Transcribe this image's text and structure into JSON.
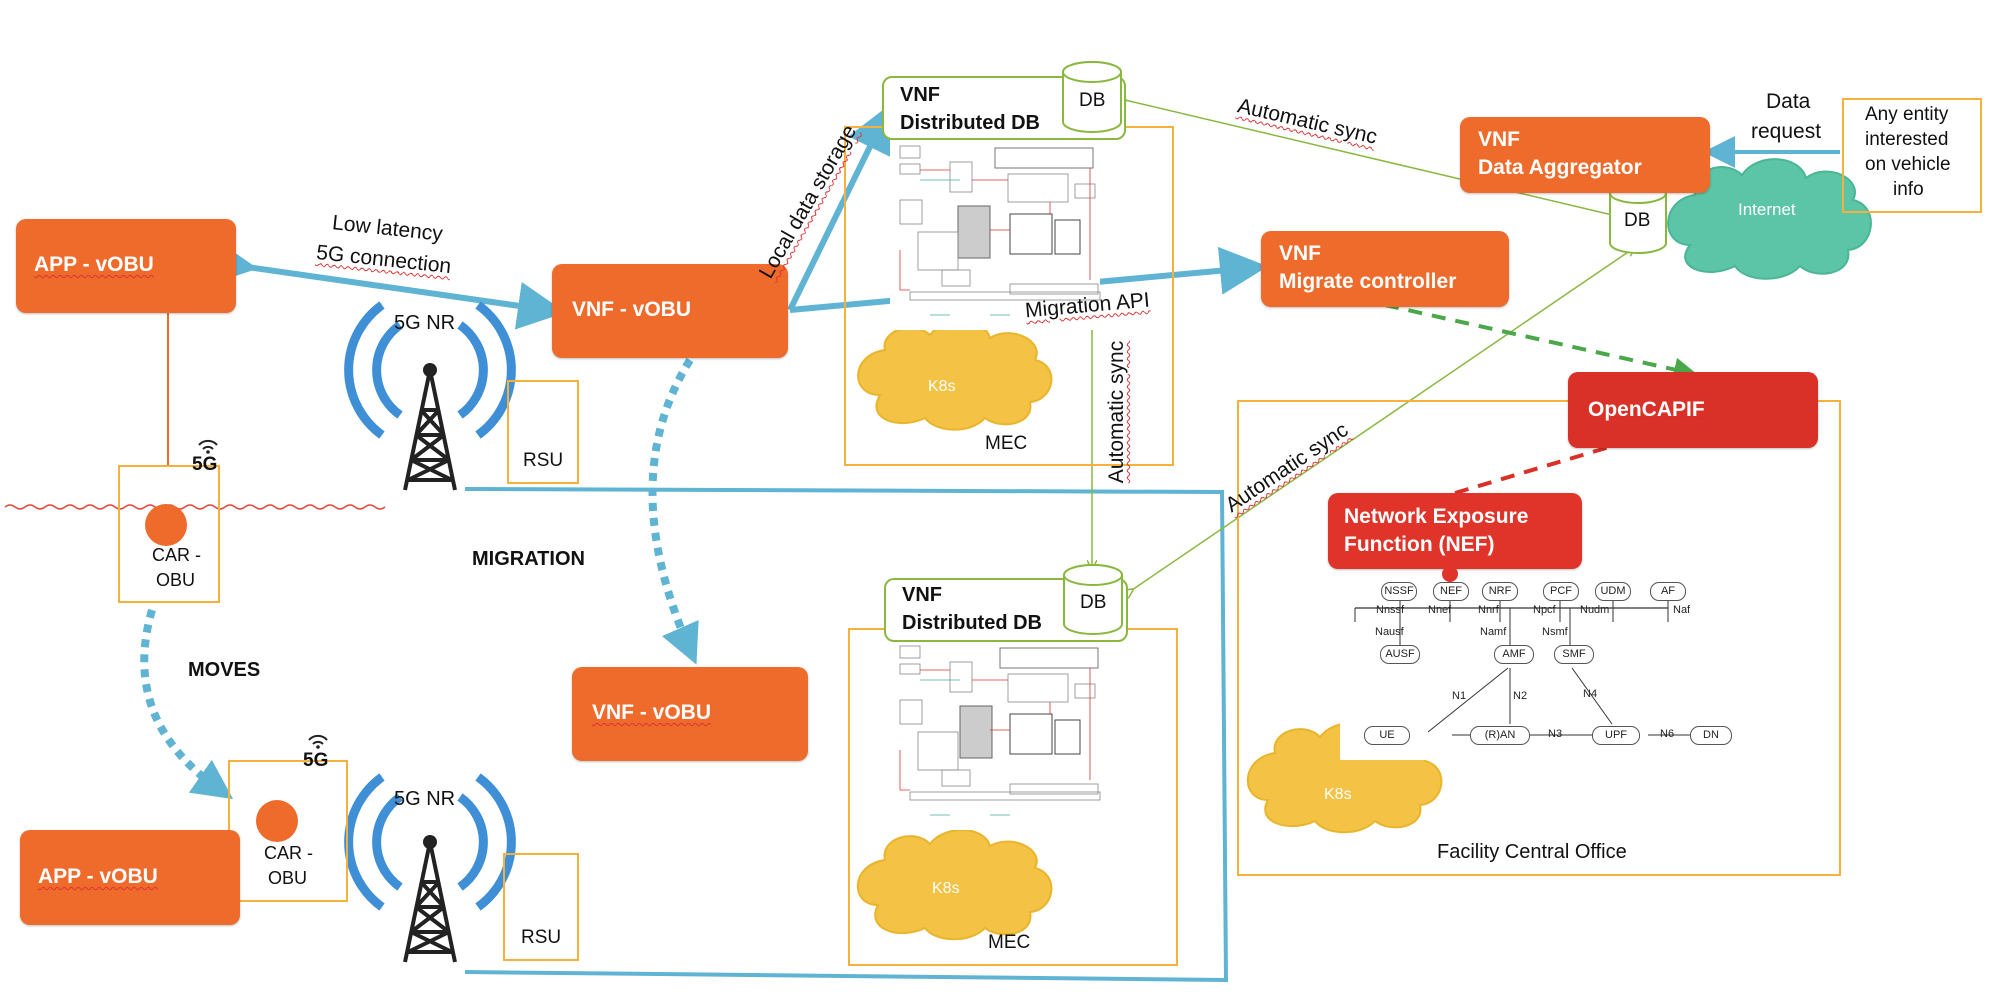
{
  "vehicle_top": {
    "app_label": "APP - vOBU",
    "car_label_1": "CAR -",
    "car_label_2": "OBU",
    "fiveg_badge": "5G"
  },
  "vehicle_bottom": {
    "app_label": "APP - vOBU",
    "car_label_1": "CAR -",
    "car_label_2": "OBU",
    "fiveg_badge": "5G"
  },
  "towers": [
    {
      "label": "5G NR",
      "rsu": "RSU"
    },
    {
      "label": "5G NR",
      "rsu": "RSU"
    }
  ],
  "connections": {
    "low_latency_1": "Low latency",
    "low_latency_2": "5G connection",
    "local_storage": "Local data storage",
    "migration_api": "Migration API",
    "automatic_sync_top": "Automatic sync",
    "automatic_sync_vertical": "Automatic sync",
    "automatic_sync_cloud": "Automatic sync",
    "migration": "MIGRATION",
    "moves": "MOVES",
    "data_request_1": "Data",
    "data_request_2": "request"
  },
  "vnf_vobu_top": "VNF - vOBU",
  "vnf_vobu_bottom": "VNF - vOBU",
  "mec_top": {
    "title_1": "VNF",
    "title_2": "Distributed DB",
    "db": "DB",
    "cloud": "K8s",
    "label": "MEC"
  },
  "mec_bottom": {
    "title_1": "VNF",
    "title_2": "Distributed DB",
    "db": "DB",
    "cloud": "K8s",
    "label": "MEC"
  },
  "migrate_controller": {
    "line1": "VNF",
    "line2": "Migrate controller"
  },
  "data_aggregator": {
    "line1": "VNF",
    "line2": "Data Aggregator",
    "db": "DB"
  },
  "internet": {
    "cloud": "Internet",
    "entity_1": "Any entity",
    "entity_2": "interested",
    "entity_3": "on vehicle",
    "entity_4": "info"
  },
  "central_office": {
    "opencapif": "OpenCAPIF",
    "nef_1": "Network Exposure",
    "nef_2": "Function (NEF)",
    "cloud": "K8s",
    "label": "Facility Central Office",
    "nf_top": [
      "NSSF",
      "NEF",
      "NRF",
      "PCF",
      "UDM",
      "AF"
    ],
    "if_top": [
      "Nnssf",
      "Nnef",
      "Nnrf",
      "Npcf",
      "Nudm",
      "Naf"
    ],
    "if_mid": [
      "Nausf",
      "Namf",
      "Nsmf"
    ],
    "nf_mid": [
      "AUSF",
      "AMF",
      "SMF"
    ],
    "nf_bottom": [
      "UE",
      "(R)AN",
      "UPF",
      "DN"
    ],
    "links": [
      "N1",
      "N2",
      "N4",
      "N3",
      "N6"
    ]
  },
  "colors": {
    "orange": "#ee6b2c",
    "red": "#d93027",
    "blue_arrow": "#5fb3d3",
    "green_line": "#8ab83f",
    "frame": "#f5b13c",
    "cloud_yellow": "#f4c244",
    "cloud_teal": "#5cc4a7"
  }
}
